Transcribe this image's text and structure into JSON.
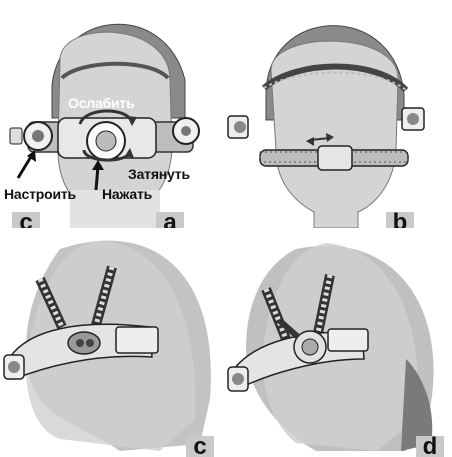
{
  "panels": [
    {
      "letter": "a",
      "corner_letter": "c",
      "callouts": {
        "loosen": "Ослабить",
        "tighten": "Затянуть",
        "adjust": "Настроить",
        "press": "Нажать"
      }
    },
    {
      "letter": "b"
    },
    {
      "letter": "c"
    },
    {
      "letter": "d"
    }
  ],
  "colors": {
    "head": "#d4d4d4",
    "shell": "#8a8a8a",
    "band": "#bdbdbd",
    "outline": "#333333",
    "label_bg": "#c9c9c9"
  }
}
